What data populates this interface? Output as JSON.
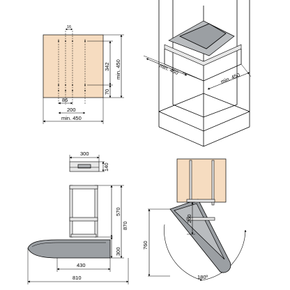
{
  "colors": {
    "panel": "#f6dcc0",
    "board": "#9b9fa3",
    "board_light": "#b9bcbf",
    "line": "#000000"
  },
  "top_left_view": {
    "dim_small": "16",
    "dim_342": "342",
    "dim_450_vertical": "min. 450",
    "dim_70": "70",
    "dim_86": "86",
    "dim_200": "200",
    "dim_450_horizontal": "min. 450"
  },
  "iso_view": {
    "dim_depth": "min. 450",
    "dim_width": "min. 450"
  },
  "front_view": {
    "dim_300": "300",
    "dim_140": "140",
    "dim_570": "570",
    "dim_870": "870",
    "dim_300_lower": "300",
    "dim_430": "430",
    "dim_810": "810"
  },
  "rotation_view": {
    "dim_260": "260",
    "dim_760": "760",
    "angle": "180º"
  }
}
